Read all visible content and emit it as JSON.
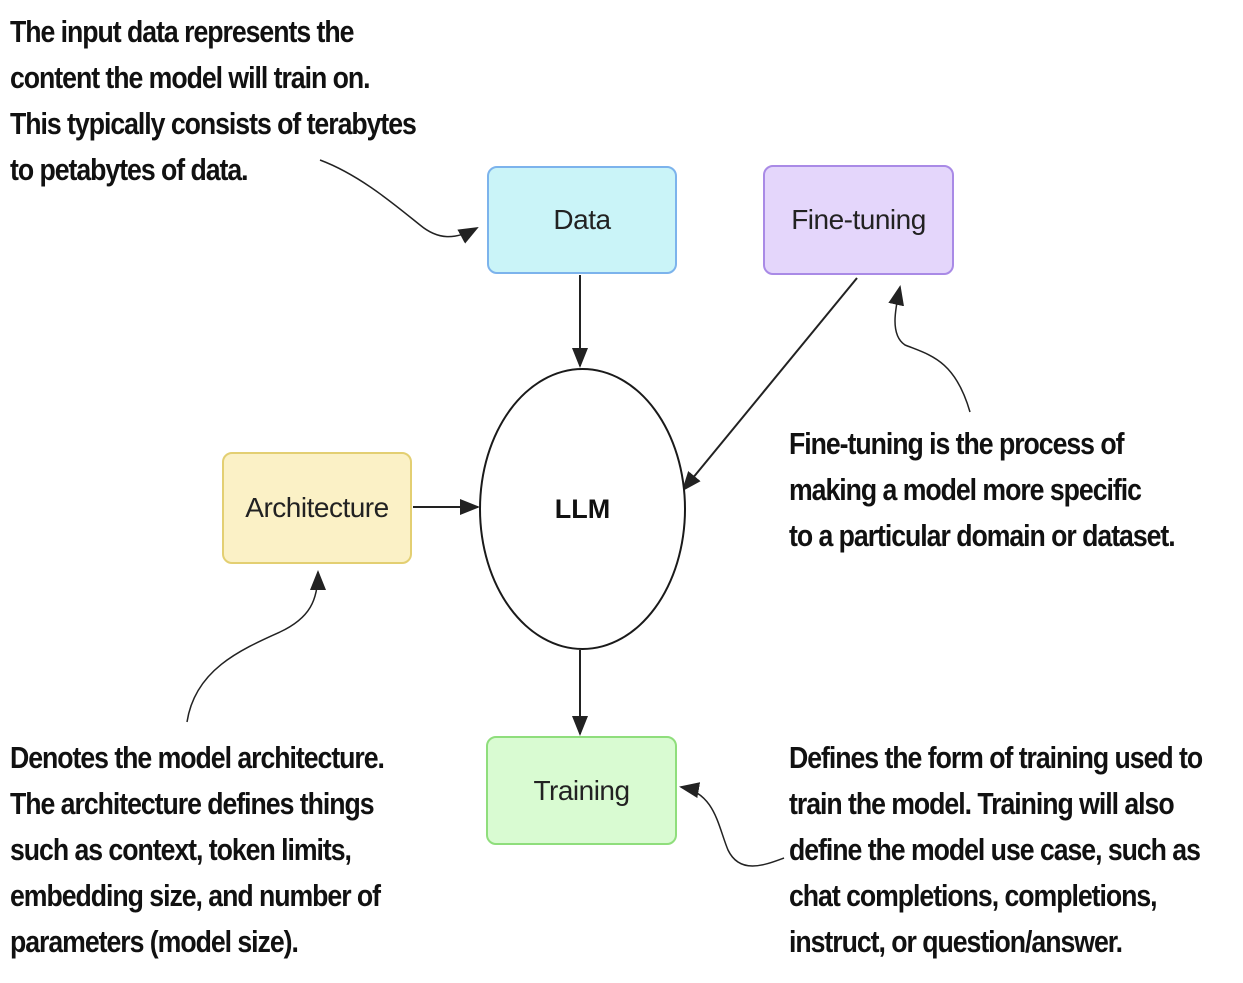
{
  "nodes": {
    "data": {
      "label": "Data",
      "fill": "#caf4f8",
      "border": "#7cb3ec"
    },
    "fine_tuning": {
      "label": "Fine-tuning",
      "fill": "#e4d6fb",
      "border": "#a98ae6"
    },
    "architecture": {
      "label": "Architecture",
      "fill": "#fbf1c6",
      "border": "#e3cf72"
    },
    "llm": {
      "label": "LLM"
    },
    "training": {
      "label": "Training",
      "fill": "#d9fbd2",
      "border": "#8fde7c"
    }
  },
  "annotations": {
    "data": "The input data represents the\ncontent the model will train on.\nThis typically consists of terabytes\nto petabytes of data.",
    "fine_tuning": "Fine-tuning is the process of\nmaking a model more specific\nto a particular domain or dataset.",
    "architecture": "Denotes the model architecture.\nThe architecture defines things\nsuch as context, token limits,\nembedding size, and number of\nparameters (model size).",
    "training": "Defines the form of training used to\ntrain the model. Training will also\ndefine the model use case, such as\nchat completions, completions,\ninstruct, or question/answer."
  },
  "connectors": [
    {
      "from": "data",
      "to": "llm"
    },
    {
      "from": "fine_tuning",
      "to": "llm"
    },
    {
      "from": "architecture",
      "to": "llm"
    },
    {
      "from": "llm",
      "to": "training"
    }
  ]
}
